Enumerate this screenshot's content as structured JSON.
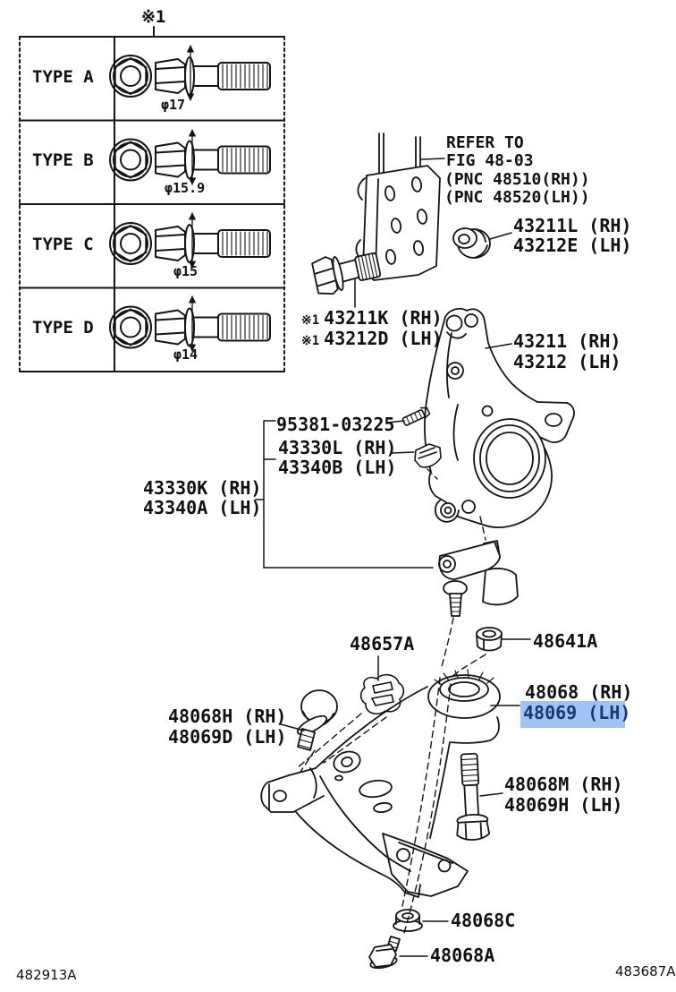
{
  "theme": {
    "highlight_bg": "#9fc3f2",
    "highlight_text": "#163a70",
    "ink": "#111111"
  },
  "bolt_table": {
    "ref_mark": "※1",
    "rows": [
      {
        "type": "TYPE A",
        "dia": "φ17"
      },
      {
        "type": "TYPE B",
        "dia": "φ15.9"
      },
      {
        "type": "TYPE C",
        "dia": "φ15"
      },
      {
        "type": "TYPE D",
        "dia": "φ14"
      }
    ]
  },
  "labels": {
    "refer_note": {
      "l1": "REFER TO",
      "l2": "FIG 48-03",
      "l3": "(PNC 48510(RH))",
      "l4": "(PNC 48520(LH))"
    },
    "knuckle_bush": {
      "l1": "43211L (RH)",
      "l2": "43212E (LH)"
    },
    "knuckle_bolt": {
      "pre1": "※1",
      "l1": "43211K (RH)",
      "pre2": "※1",
      "l2": "43212D (LH)"
    },
    "knuckle": {
      "l1": "43211 (RH)",
      "l2": "43212 (LH)"
    },
    "cam_bolt": {
      "l1": "95381-03225"
    },
    "bj_attachment": {
      "l1": "43330L (RH)",
      "l2": "43340B (LH)"
    },
    "ball_joint": {
      "l1": "43330K (RH)",
      "l2": "43340A (LH)"
    },
    "arm_clamp": {
      "l1": "48657A"
    },
    "bj_nut": {
      "l1": "48641A"
    },
    "lower_arm": {
      "l1": "48068 (RH)",
      "l2": "48069 (LH)"
    },
    "arm_bolt_front": {
      "l1": "48068H (RH)",
      "l2": "48069D (LH)"
    },
    "arm_bolt_rear": {
      "l1": "48068M (RH)",
      "l2": "48069H (LH)"
    },
    "arm_nut": {
      "l1": "48068C"
    },
    "arm_bolt_lower": {
      "l1": "48068A"
    },
    "footer_left": "482913A",
    "footer_right": "483687A"
  }
}
